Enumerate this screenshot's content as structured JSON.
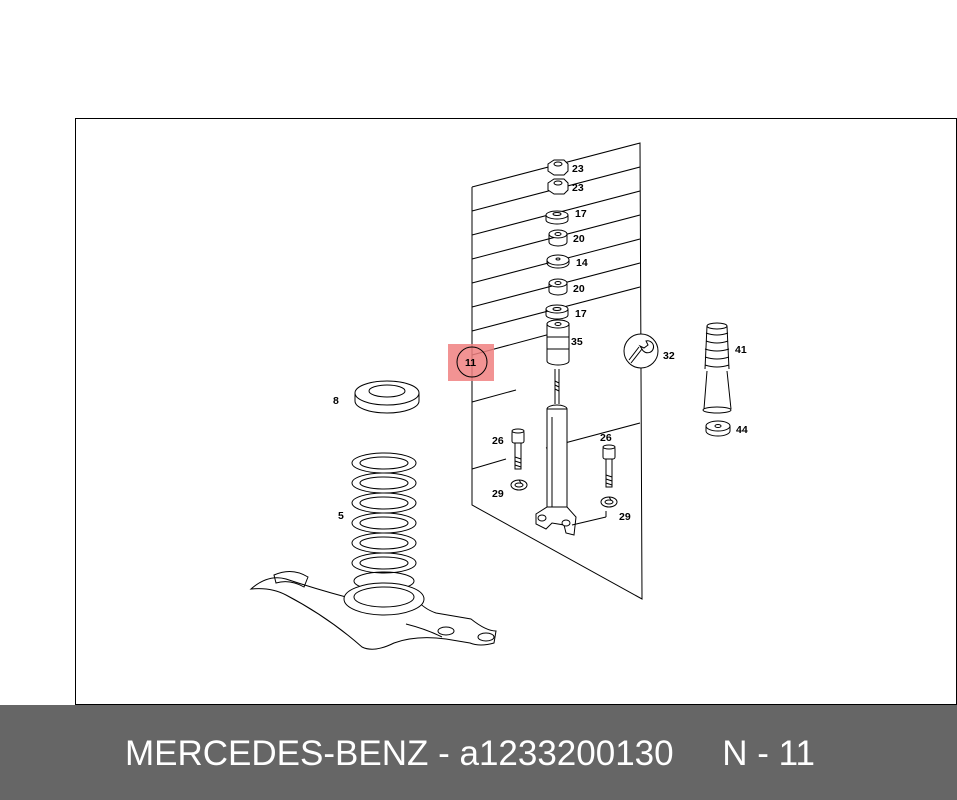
{
  "diagram": {
    "callouts": {
      "p23a": "23",
      "p23b": "23",
      "p17a": "17",
      "p20a": "20",
      "p14": "14",
      "p20b": "20",
      "p17b": "17",
      "p35": "35",
      "p11": "11",
      "p32": "32",
      "p41": "41",
      "p44": "44",
      "p8": "8",
      "p5": "5",
      "p26a": "26",
      "p26b": "26",
      "p29a": "29",
      "p29b": "29"
    },
    "highlight_color": "#f08080"
  },
  "footer": {
    "brand": "MERCEDES-BENZ",
    "separator": " - ",
    "part_number": "a1233200130",
    "spacer": "     ",
    "position": "N - 11"
  },
  "colors": {
    "footer_bg": "#666666",
    "footer_text": "#ffffff"
  }
}
